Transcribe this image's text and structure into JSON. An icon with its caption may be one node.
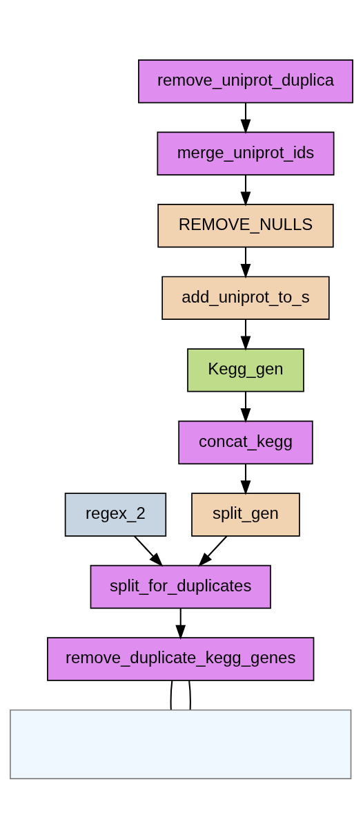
{
  "diagram": {
    "nodes": [
      {
        "text": [
          "remove_uniprot_duplica"
        ]
      },
      {
        "text": [
          "merge_uniprot_ids"
        ]
      },
      {
        "text": [
          "REMOVE_NULLS"
        ]
      },
      {
        "text": [
          "add_uniprot_to_s"
        ]
      },
      {
        "text": [
          "Kegg_gen"
        ]
      },
      {
        "text": [
          "concat_kegg"
        ]
      },
      {
        "text": [
          "regex_2"
        ]
      },
      {
        "text": [
          "split_gen"
        ]
      },
      {
        "text": [
          "split_for_duplicates"
        ]
      },
      {
        "text": [
          "remove_duplicate_kegg_genes"
        ]
      },
      {
        "text": [],
        "shape": "box"
      }
    ],
    "edges": [
      {
        "from": 0,
        "to": 1,
        "arrow": "to"
      },
      {
        "from": 1,
        "to": 2,
        "arrow": "to"
      },
      {
        "from": 2,
        "to": 3,
        "arrow": "to"
      },
      {
        "from": 3,
        "to": 4,
        "arrow": "to"
      },
      {
        "from": 4,
        "to": 5,
        "arrow": "to"
      },
      {
        "from": 5,
        "to": 7,
        "arrow": "to"
      },
      {
        "from": 6,
        "to": 8,
        "arrow": "to"
      },
      {
        "from": 7,
        "to": 8,
        "arrow": "to"
      },
      {
        "from": 8,
        "to": 9,
        "arrow": "to"
      },
      {
        "from": 9,
        "to": 10,
        "arrow": "none"
      },
      {
        "from": 9,
        "to": 10,
        "arrow": "none"
      }
    ]
  }
}
